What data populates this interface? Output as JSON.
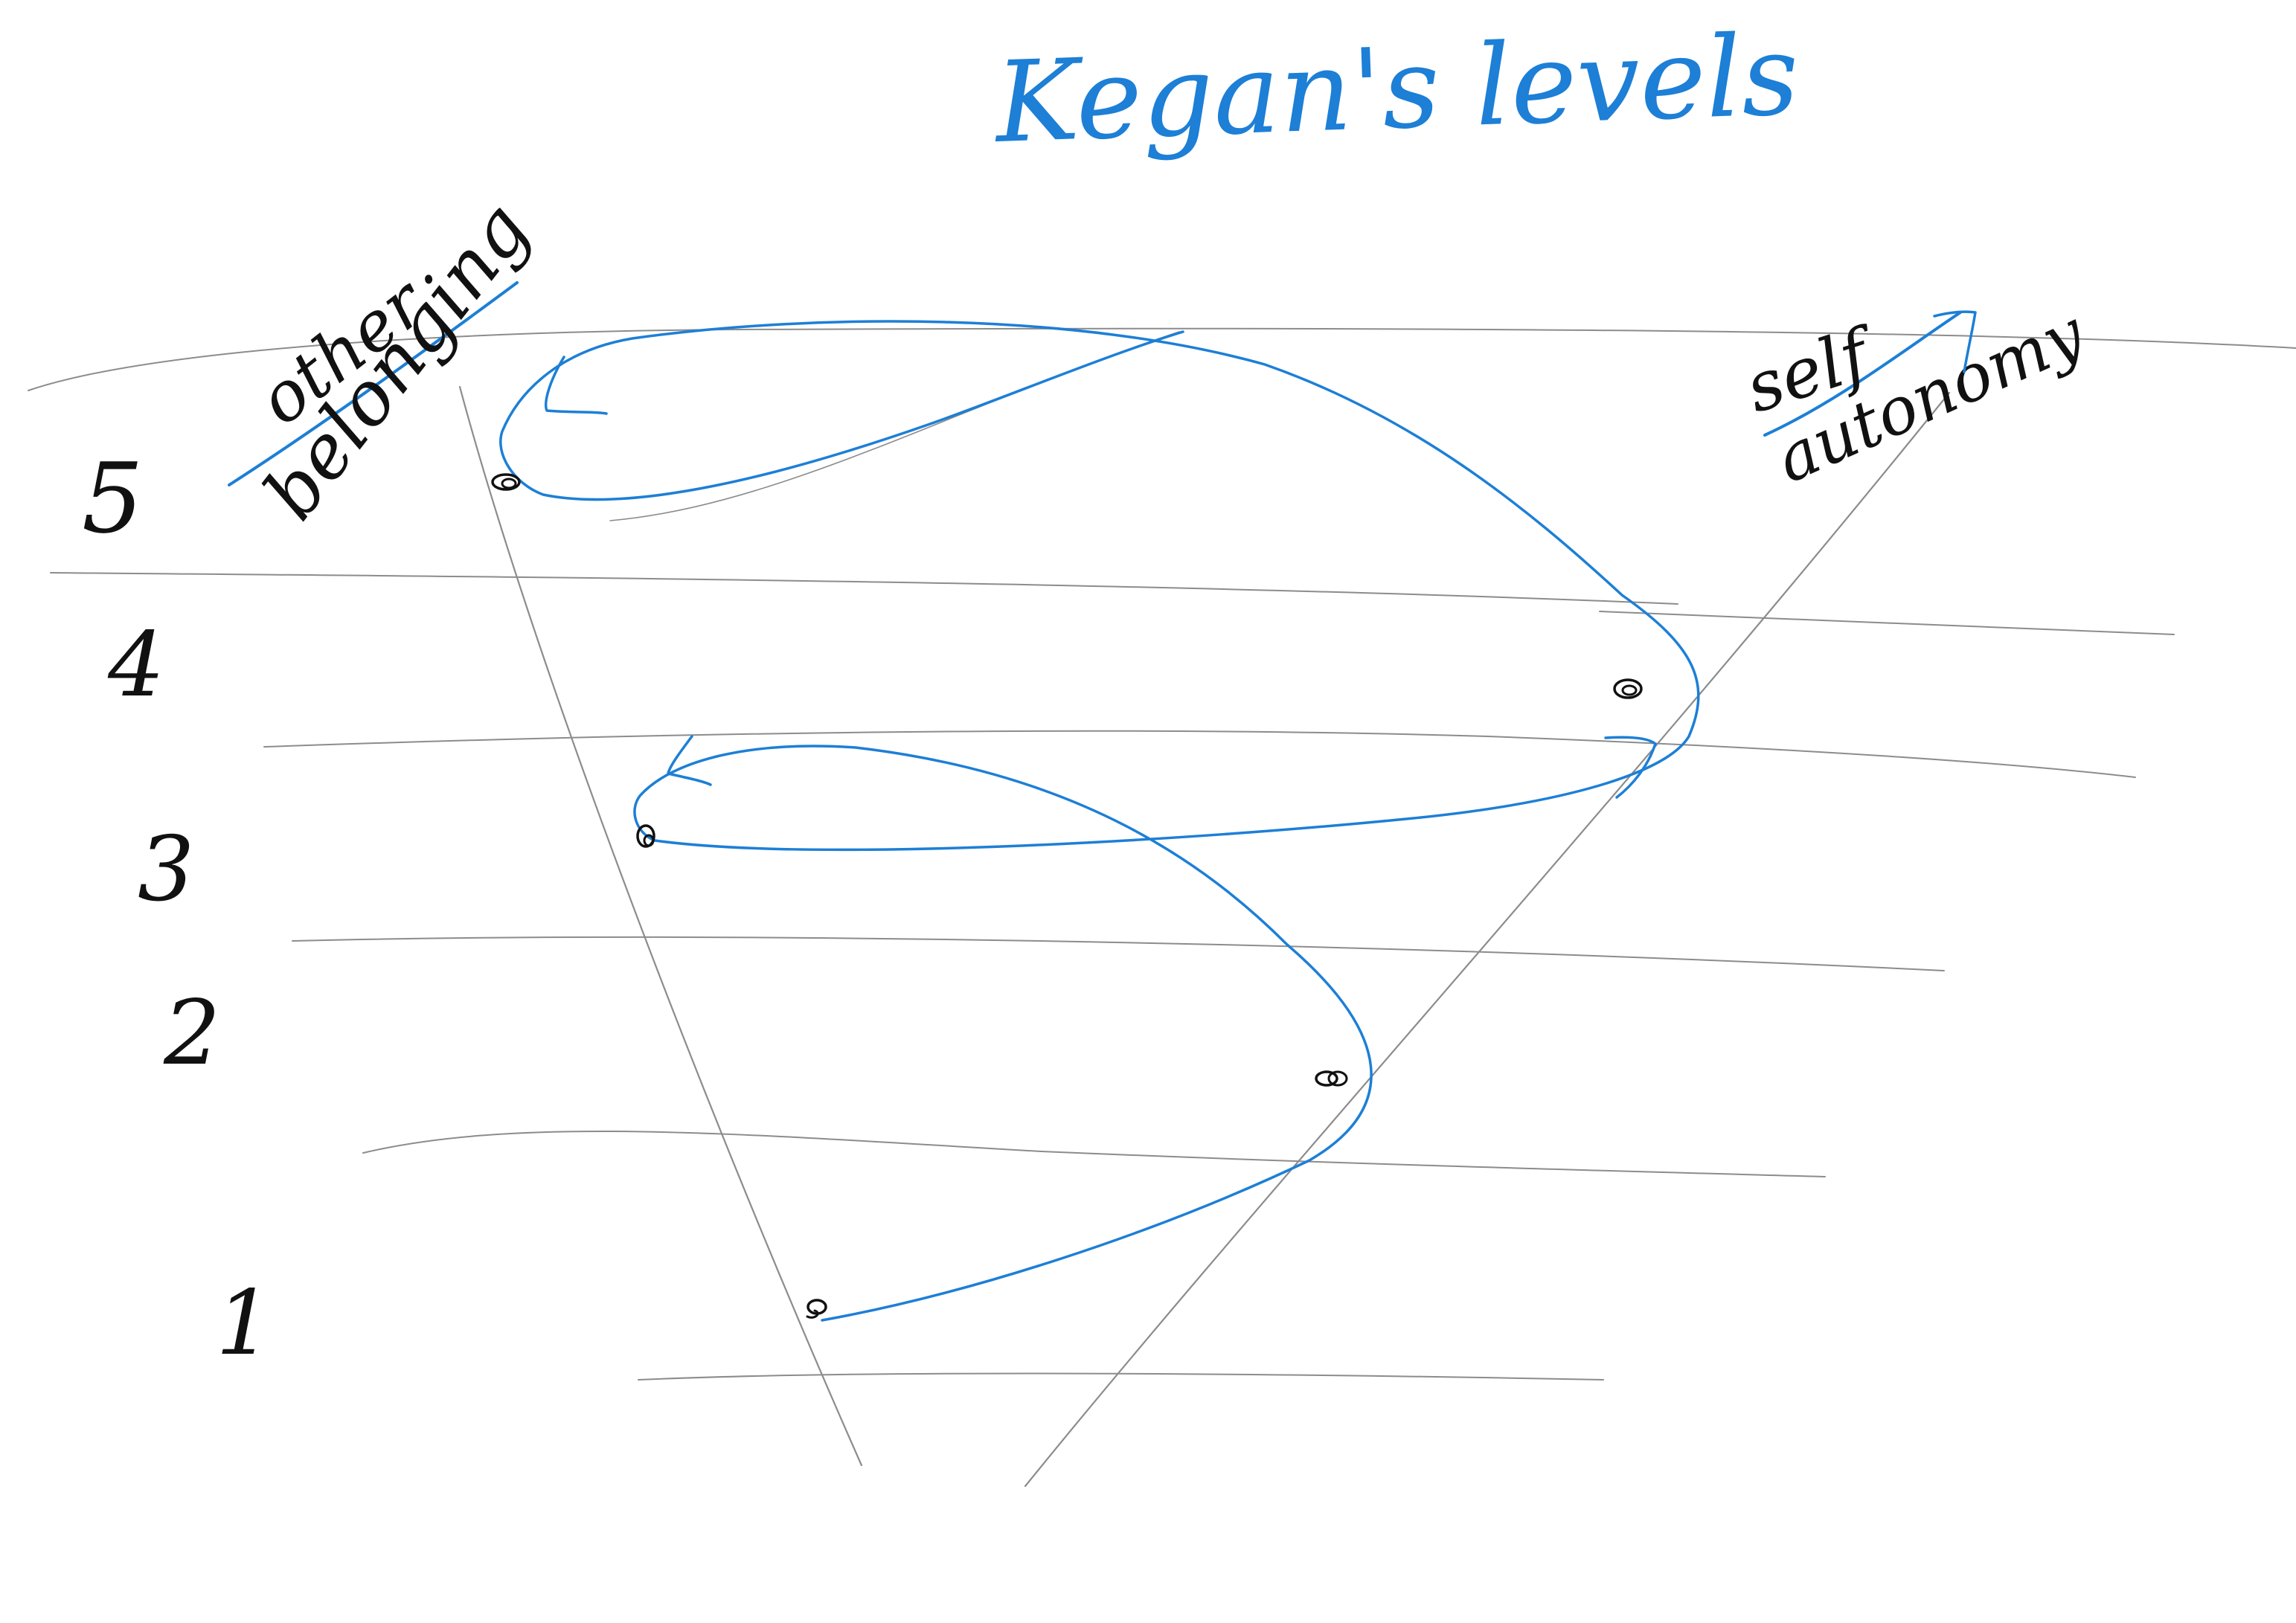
{
  "title": "Kegan's levels",
  "level_numbers": [
    "5",
    "4",
    "3",
    "2",
    "1"
  ],
  "left_pole": {
    "label_top": "other",
    "label_bottom": "belonging"
  },
  "right_pole": {
    "label_top": "self",
    "label_bottom": "autonomy"
  },
  "colors": {
    "blue_ink": "#1d7fd6",
    "black_ink": "#111111",
    "pencil": "#8c8c8c",
    "background": "#ffffff"
  }
}
